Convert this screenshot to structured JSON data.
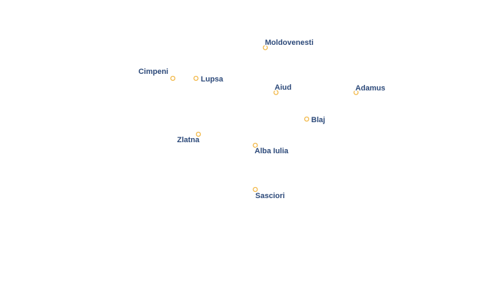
{
  "map": {
    "colors": {
      "marker": "#f2b94a",
      "label": "#2d4a7a",
      "halo": "#ffffff",
      "background": "#ffffff"
    },
    "cities": [
      {
        "id": "moldovenesti",
        "name": "Moldovenesti"
      },
      {
        "id": "cimpeni",
        "name": "Cimpeni"
      },
      {
        "id": "lupsa",
        "name": "Lupsa"
      },
      {
        "id": "aiud",
        "name": "Aiud"
      },
      {
        "id": "adamus",
        "name": "Adamus"
      },
      {
        "id": "blaj",
        "name": "Blaj"
      },
      {
        "id": "zlatna",
        "name": "Zlatna"
      },
      {
        "id": "alba-iulia",
        "name": "Alba Iulia"
      },
      {
        "id": "sasciori",
        "name": "Sasciori"
      }
    ]
  }
}
